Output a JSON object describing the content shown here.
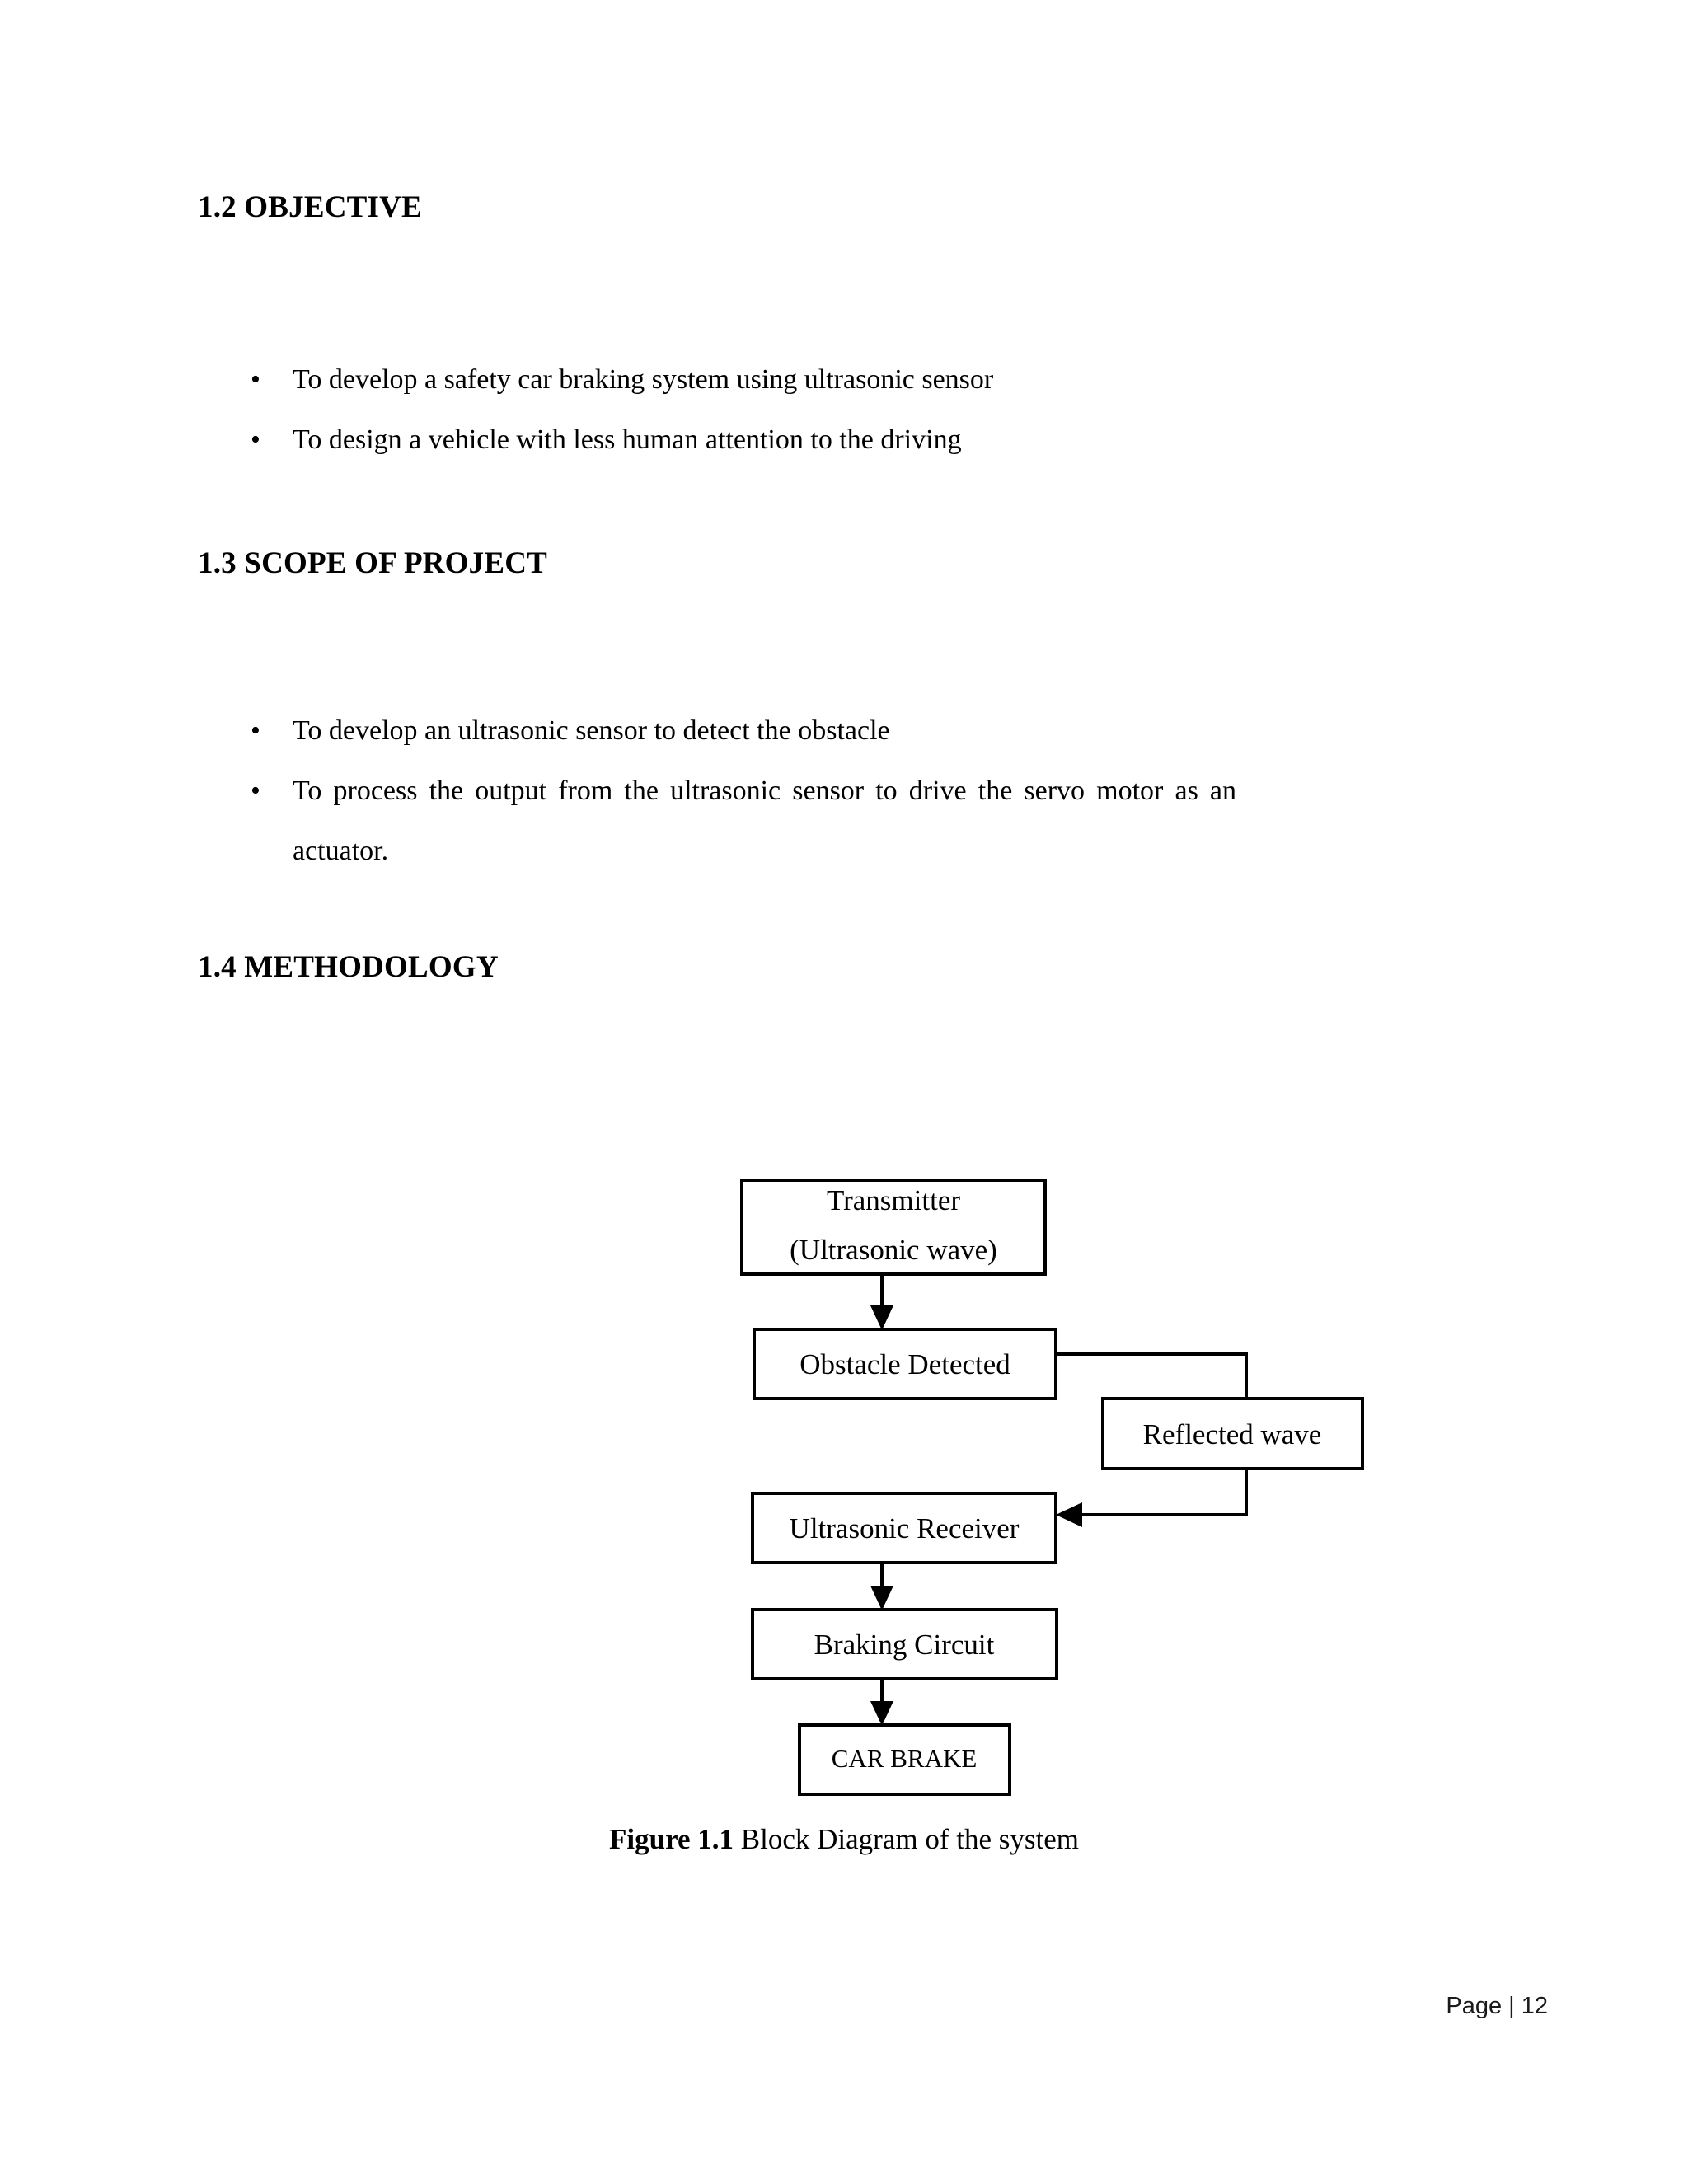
{
  "document": {
    "sections": [
      {
        "number_title": "1.2 OBJECTIVE",
        "bullets": [
          "To develop  a safety  car braking  system  using  ultrasonic   sensor",
          "To design  a vehicle  with  less human  attention  to the driving"
        ]
      },
      {
        "number_title": "1.3 SCOPE  OF PROJECT",
        "bullets": [
          "To develop  an ultrasonic  sensor  to detect the obstacle",
          "To  process  the  output   from   the  ultrasonic   sensor  to  drive  the  servo  motor  as an",
          "actuator."
        ]
      },
      {
        "number_title": "1.4 METHODOLOGY"
      }
    ],
    "figure": {
      "caption_label": "Figure  1.1",
      "caption_text": "Block  Diagram  of the system",
      "nodes": [
        {
          "id": "transmitter",
          "line1": "Transmitter",
          "line2": "(Ultrasonic  wave)"
        },
        {
          "id": "obstacle-detected",
          "line1": "Obstacle Detected"
        },
        {
          "id": "reflected-wave",
          "line1": "Reflected wave"
        },
        {
          "id": "ultrasonic-receiver",
          "line1": "Ultrasonic  Receiver"
        },
        {
          "id": "braking-circuit",
          "line1": "Braking  Circuit"
        },
        {
          "id": "car-brake",
          "line1": "CAR BRAKE"
        }
      ]
    },
    "footer": {
      "page_text": "Page | 12"
    }
  },
  "colors": {
    "ink": "#000000",
    "paper": "#ffffff",
    "footer_ink": "#1a1a1a"
  }
}
